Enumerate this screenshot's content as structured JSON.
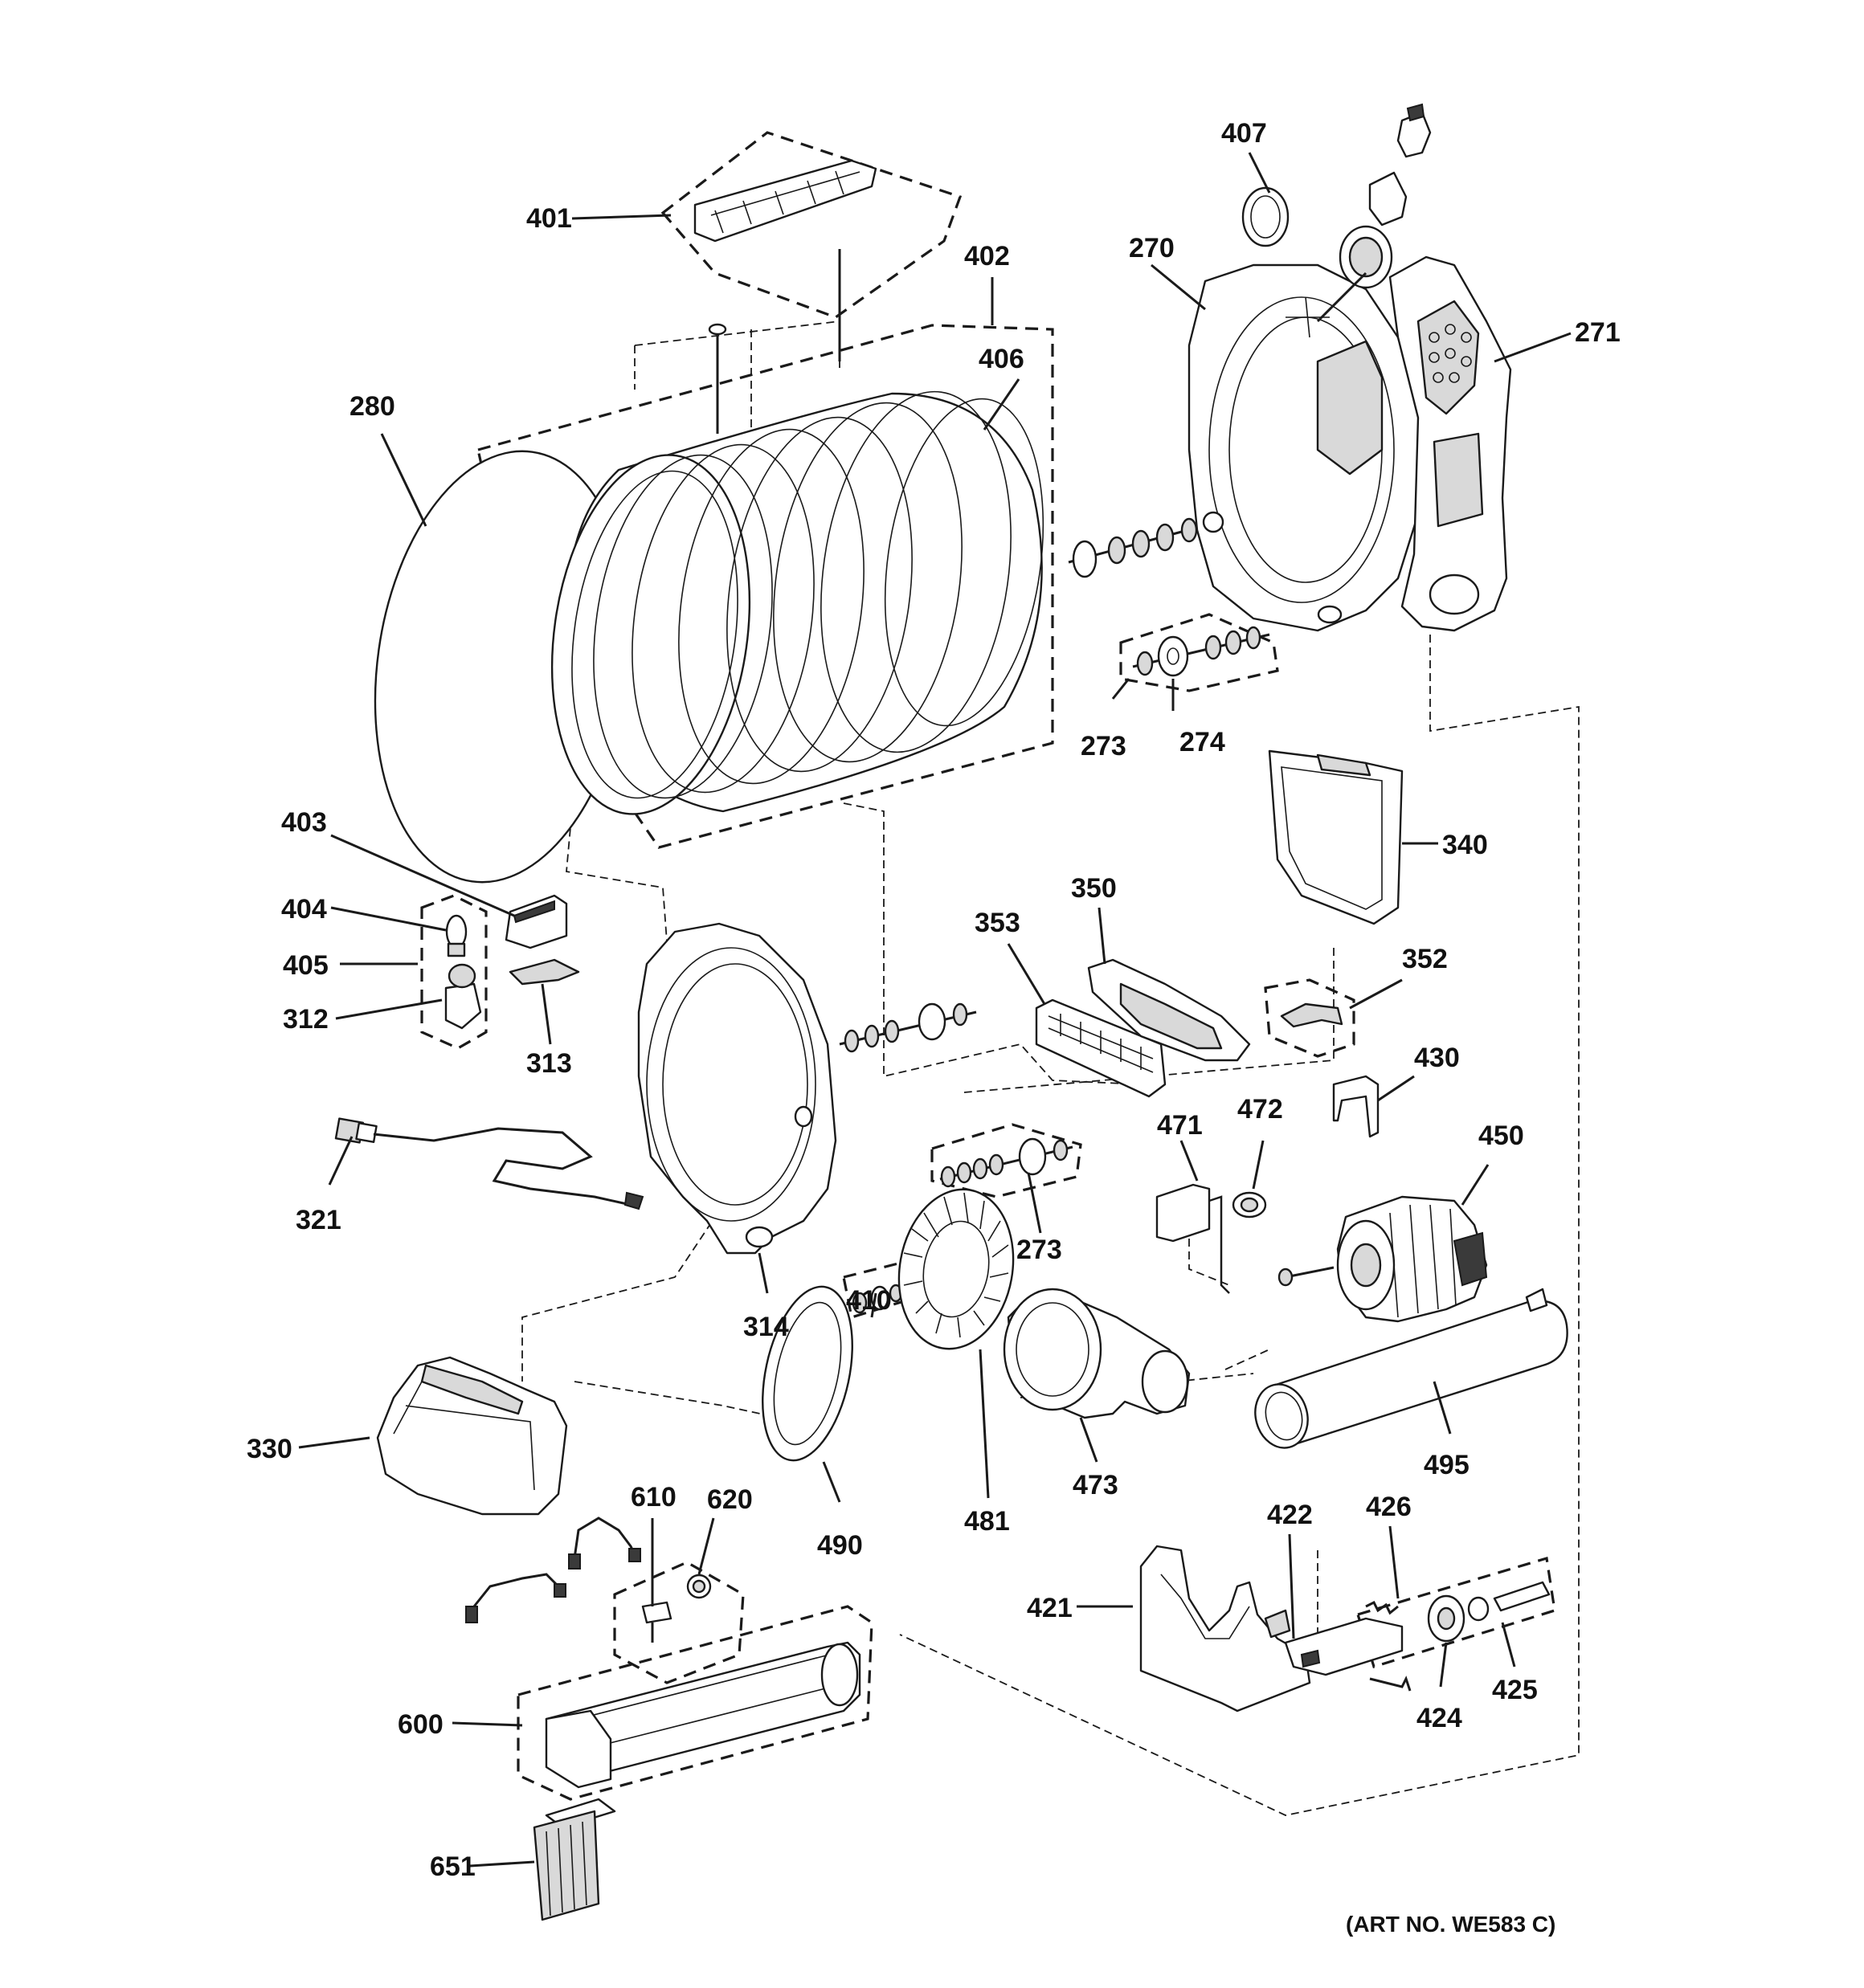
{
  "diagram": {
    "art_number": "(ART NO. WE583 C)",
    "callouts": [
      {
        "id": "401",
        "label": "401"
      },
      {
        "id": "402",
        "label": "402"
      },
      {
        "id": "406",
        "label": "406"
      },
      {
        "id": "407",
        "label": "407"
      },
      {
        "id": "270",
        "label": "270"
      },
      {
        "id": "271",
        "label": "271"
      },
      {
        "id": "280",
        "label": "280"
      },
      {
        "id": "273a",
        "label": "273"
      },
      {
        "id": "274",
        "label": "274"
      },
      {
        "id": "340",
        "label": "340"
      },
      {
        "id": "403",
        "label": "403"
      },
      {
        "id": "404",
        "label": "404"
      },
      {
        "id": "405",
        "label": "405"
      },
      {
        "id": "312",
        "label": "312"
      },
      {
        "id": "313",
        "label": "313"
      },
      {
        "id": "353",
        "label": "353"
      },
      {
        "id": "350",
        "label": "350"
      },
      {
        "id": "352",
        "label": "352"
      },
      {
        "id": "430",
        "label": "430"
      },
      {
        "id": "471",
        "label": "471"
      },
      {
        "id": "472",
        "label": "472"
      },
      {
        "id": "450",
        "label": "450"
      },
      {
        "id": "321",
        "label": "321"
      },
      {
        "id": "273b",
        "label": "273"
      },
      {
        "id": "314",
        "label": "314"
      },
      {
        "id": "410",
        "label": "410"
      },
      {
        "id": "330",
        "label": "330"
      },
      {
        "id": "490",
        "label": "490"
      },
      {
        "id": "481",
        "label": "481"
      },
      {
        "id": "473",
        "label": "473"
      },
      {
        "id": "495",
        "label": "495"
      },
      {
        "id": "610",
        "label": "610"
      },
      {
        "id": "620",
        "label": "620"
      },
      {
        "id": "422",
        "label": "422"
      },
      {
        "id": "426",
        "label": "426"
      },
      {
        "id": "421",
        "label": "421"
      },
      {
        "id": "424",
        "label": "424"
      },
      {
        "id": "425",
        "label": "425"
      },
      {
        "id": "600",
        "label": "600"
      },
      {
        "id": "651",
        "label": "651"
      }
    ]
  }
}
